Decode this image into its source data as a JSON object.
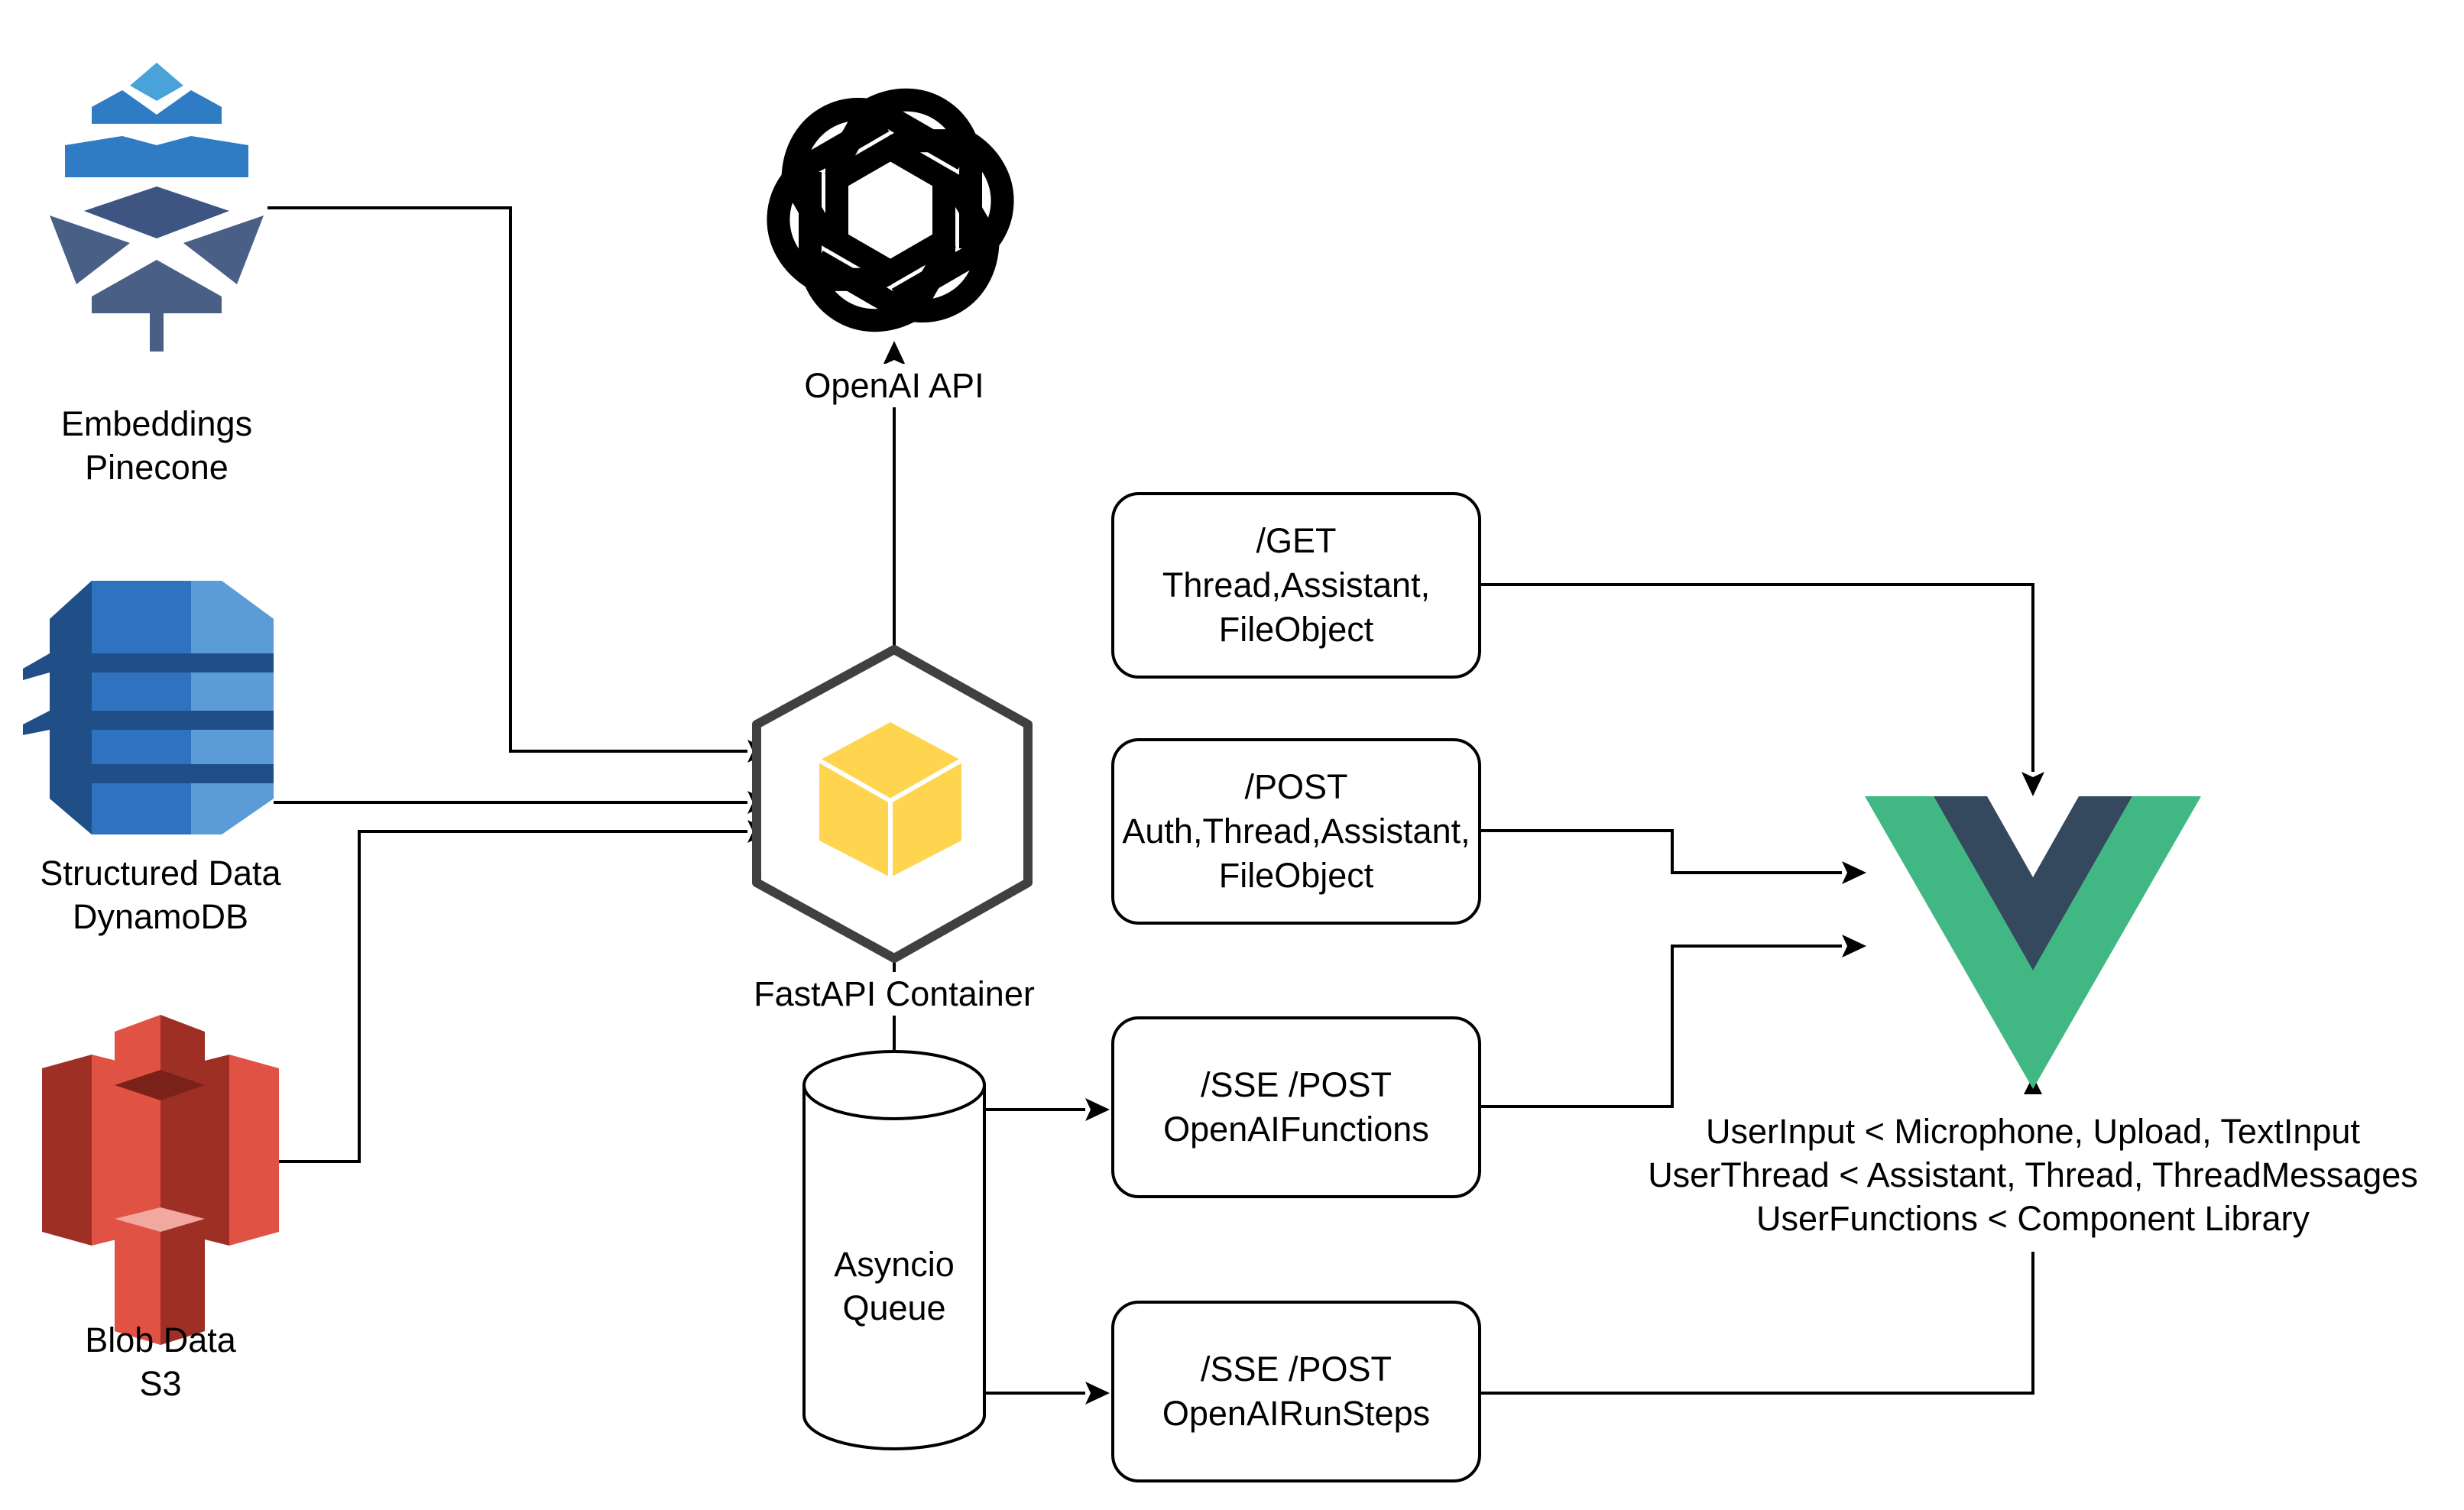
{
  "nodes": {
    "pinecone": {
      "label_line1": "Embeddings",
      "label_line2": "Pinecone",
      "icon": "pinecone-logo"
    },
    "dynamodb": {
      "label_line1": "Structured Data",
      "label_line2": "DynamoDB",
      "icon": "dynamodb-logo"
    },
    "s3": {
      "label_line1": "Blob Data",
      "label_line2": "S3",
      "icon": "s3-logo"
    },
    "openai": {
      "label": "OpenAI API",
      "icon": "openai-logo"
    },
    "fastapi": {
      "label": "FastAPI Container",
      "icon": "container-cube"
    },
    "queue": {
      "label_line1": "Asyncio",
      "label_line2": "Queue",
      "icon": "cylinder"
    },
    "vue": {
      "icon": "vue-logo",
      "line1": "UserInput < Microphone, Upload, TextInput",
      "line2": "UserThread < Assistant, Thread, ThreadMessages",
      "line3": "UserFunctions < Component Library"
    }
  },
  "endpoints": [
    {
      "line1": "/GET",
      "line2": "Thread,Assistant,",
      "line3": "FileObject"
    },
    {
      "line1": "/POST",
      "line2": "Auth,Thread,Assistant,",
      "line3": "FileObject"
    },
    {
      "line1": "/SSE /POST",
      "line2": "OpenAIFunctions"
    },
    {
      "line1": "/SSE /POST",
      "line2": "OpenAIRunSteps"
    }
  ],
  "colors": {
    "pinecone_light": "#4aa3d8",
    "pinecone_mid": "#2f7bc4",
    "pinecone_dark": "#3e5583",
    "pinecone_slate": "#4a5f86",
    "dynamo_dark": "#1f4f86",
    "dynamo_mid": "#2f72c0",
    "dynamo_light": "#5b9bd8",
    "s3_dark": "#9e2f24",
    "s3_mid": "#e05243",
    "s3_light": "#f0a89f",
    "cube_yellow": "#ffd54f",
    "cube_yellow_dark": "#f5c21a",
    "container_stroke": "#404040",
    "vue_green": "#41b883",
    "vue_navy": "#35495e"
  }
}
